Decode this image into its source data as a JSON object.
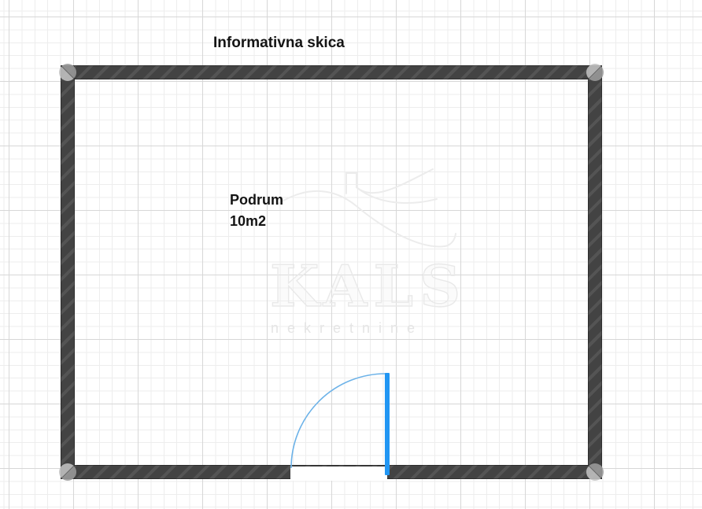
{
  "title": "Informativna skica",
  "room": {
    "name": "Podrum",
    "area": "10m2"
  },
  "watermark": {
    "brand": "KALS",
    "tagline": "nekretnine",
    "logo_icon": "kals-swoosh-logo-icon"
  },
  "colors": {
    "wall": "#434343",
    "wall_stripe": "#545454",
    "corner": "#b3b3b3",
    "door": "#2196f3",
    "door_arc": "#6cb2e8"
  }
}
